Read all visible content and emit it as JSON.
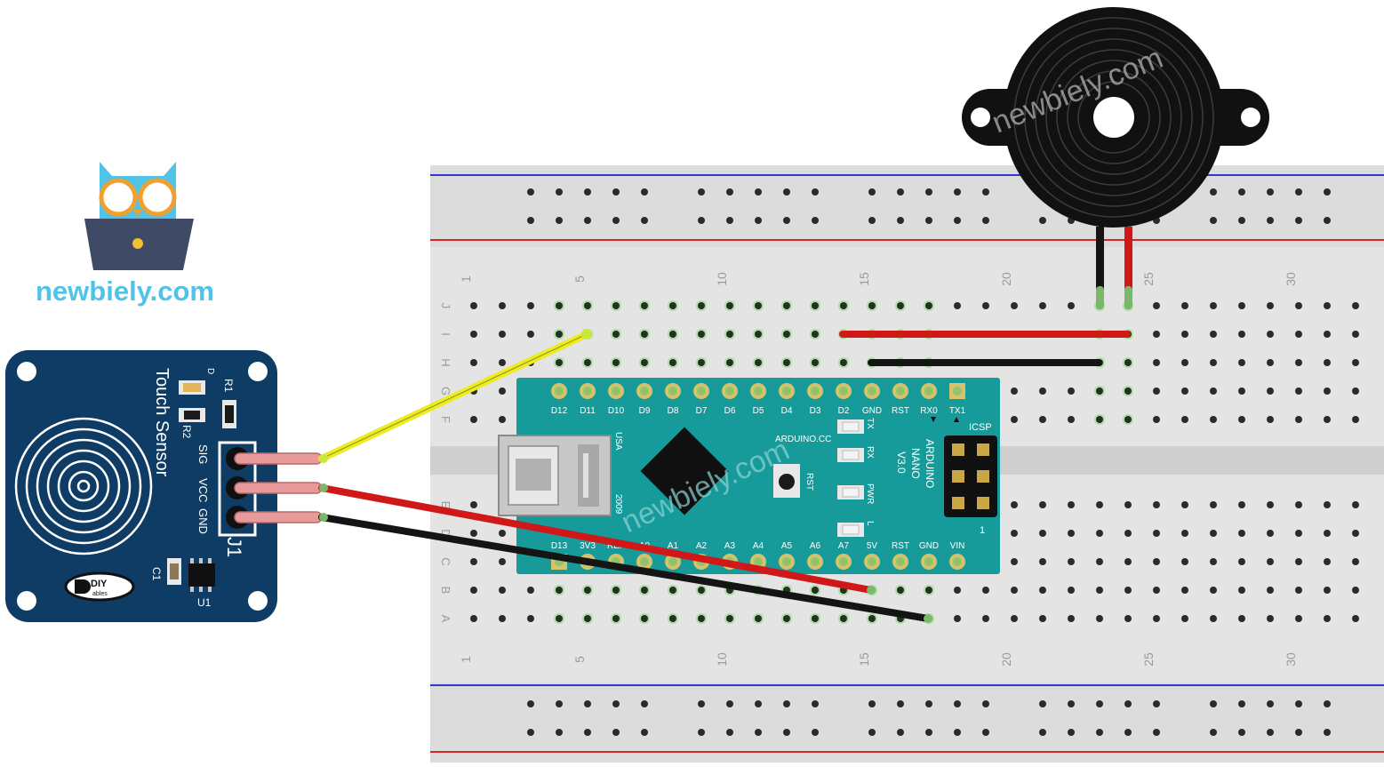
{
  "brand": {
    "site_name": "newbiely.com",
    "watermark": "newbiely.com",
    "accent": "#4fc3e8"
  },
  "breadboard": {
    "row_labels_top": [
      "J",
      "I",
      "H",
      "G",
      "F"
    ],
    "row_labels_bottom": [
      "E",
      "D",
      "C",
      "B",
      "A"
    ],
    "column_numbers": [
      "1",
      "5",
      "10",
      "15",
      "20",
      "25",
      "30"
    ]
  },
  "touch_sensor": {
    "title": "Touch Sensor",
    "pins": [
      "SIG",
      "VCC",
      "GND"
    ],
    "header_label": "J1",
    "component_labels": {
      "d": "D",
      "r1": "R1",
      "r2": "R2",
      "c1": "C1",
      "u1": "U1"
    },
    "logo_text": "DIY",
    "logo_subtext": "ables",
    "board_color": "#0e3c64"
  },
  "arduino": {
    "top_pins": [
      "D12",
      "D11",
      "D10",
      "D9",
      "D8",
      "D7",
      "D6",
      "D5",
      "D4",
      "D3",
      "D2",
      "GND",
      "RST",
      "RX0",
      "TX1"
    ],
    "bottom_pins": [
      "D13",
      "3V3",
      "REF",
      "A0",
      "A1",
      "A2",
      "A3",
      "A4",
      "A5",
      "A6",
      "A7",
      "5V",
      "RST",
      "GND",
      "VIN"
    ],
    "brand_text": "ARDUINO.CC",
    "model_line1": "ARDUINO",
    "model_line2": "NANO",
    "model_line3": "V3.0",
    "icsp": "ICSP",
    "icsp_pin1": "1",
    "usa": "USA",
    "year": "2009",
    "rst_button": "RST",
    "leds": [
      "TX",
      "RX",
      "PWR",
      "L"
    ],
    "board_color": "#179a9a"
  },
  "wire_colors": {
    "signal": "#ecec20",
    "power": "#d01818",
    "ground": "#141414"
  }
}
